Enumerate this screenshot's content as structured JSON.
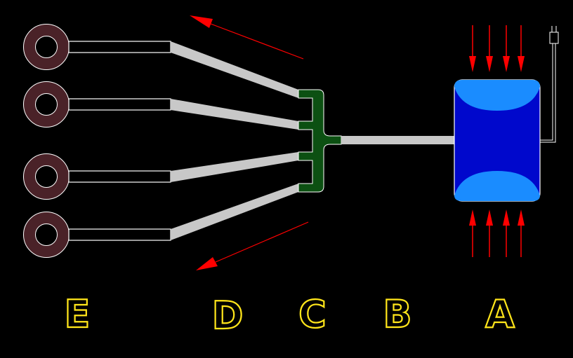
{
  "colors": {
    "background": "#000000",
    "ring": "#4a2228",
    "tube": "#c8c8c8",
    "manifold": "#0c5012",
    "chamber_body": "#0008cc",
    "chamber_cap": "#1a8cff",
    "arrow": "#ff0000",
    "label": "#ffe51a",
    "outline": "#ffffff"
  },
  "icons": [
    "ring-connector-icon",
    "manifold-icon",
    "chamber-icon",
    "power-plug-icon",
    "arrow-icon"
  ],
  "labels": {
    "a": "A",
    "b": "B",
    "c": "C",
    "d": "D",
    "e": "E"
  }
}
